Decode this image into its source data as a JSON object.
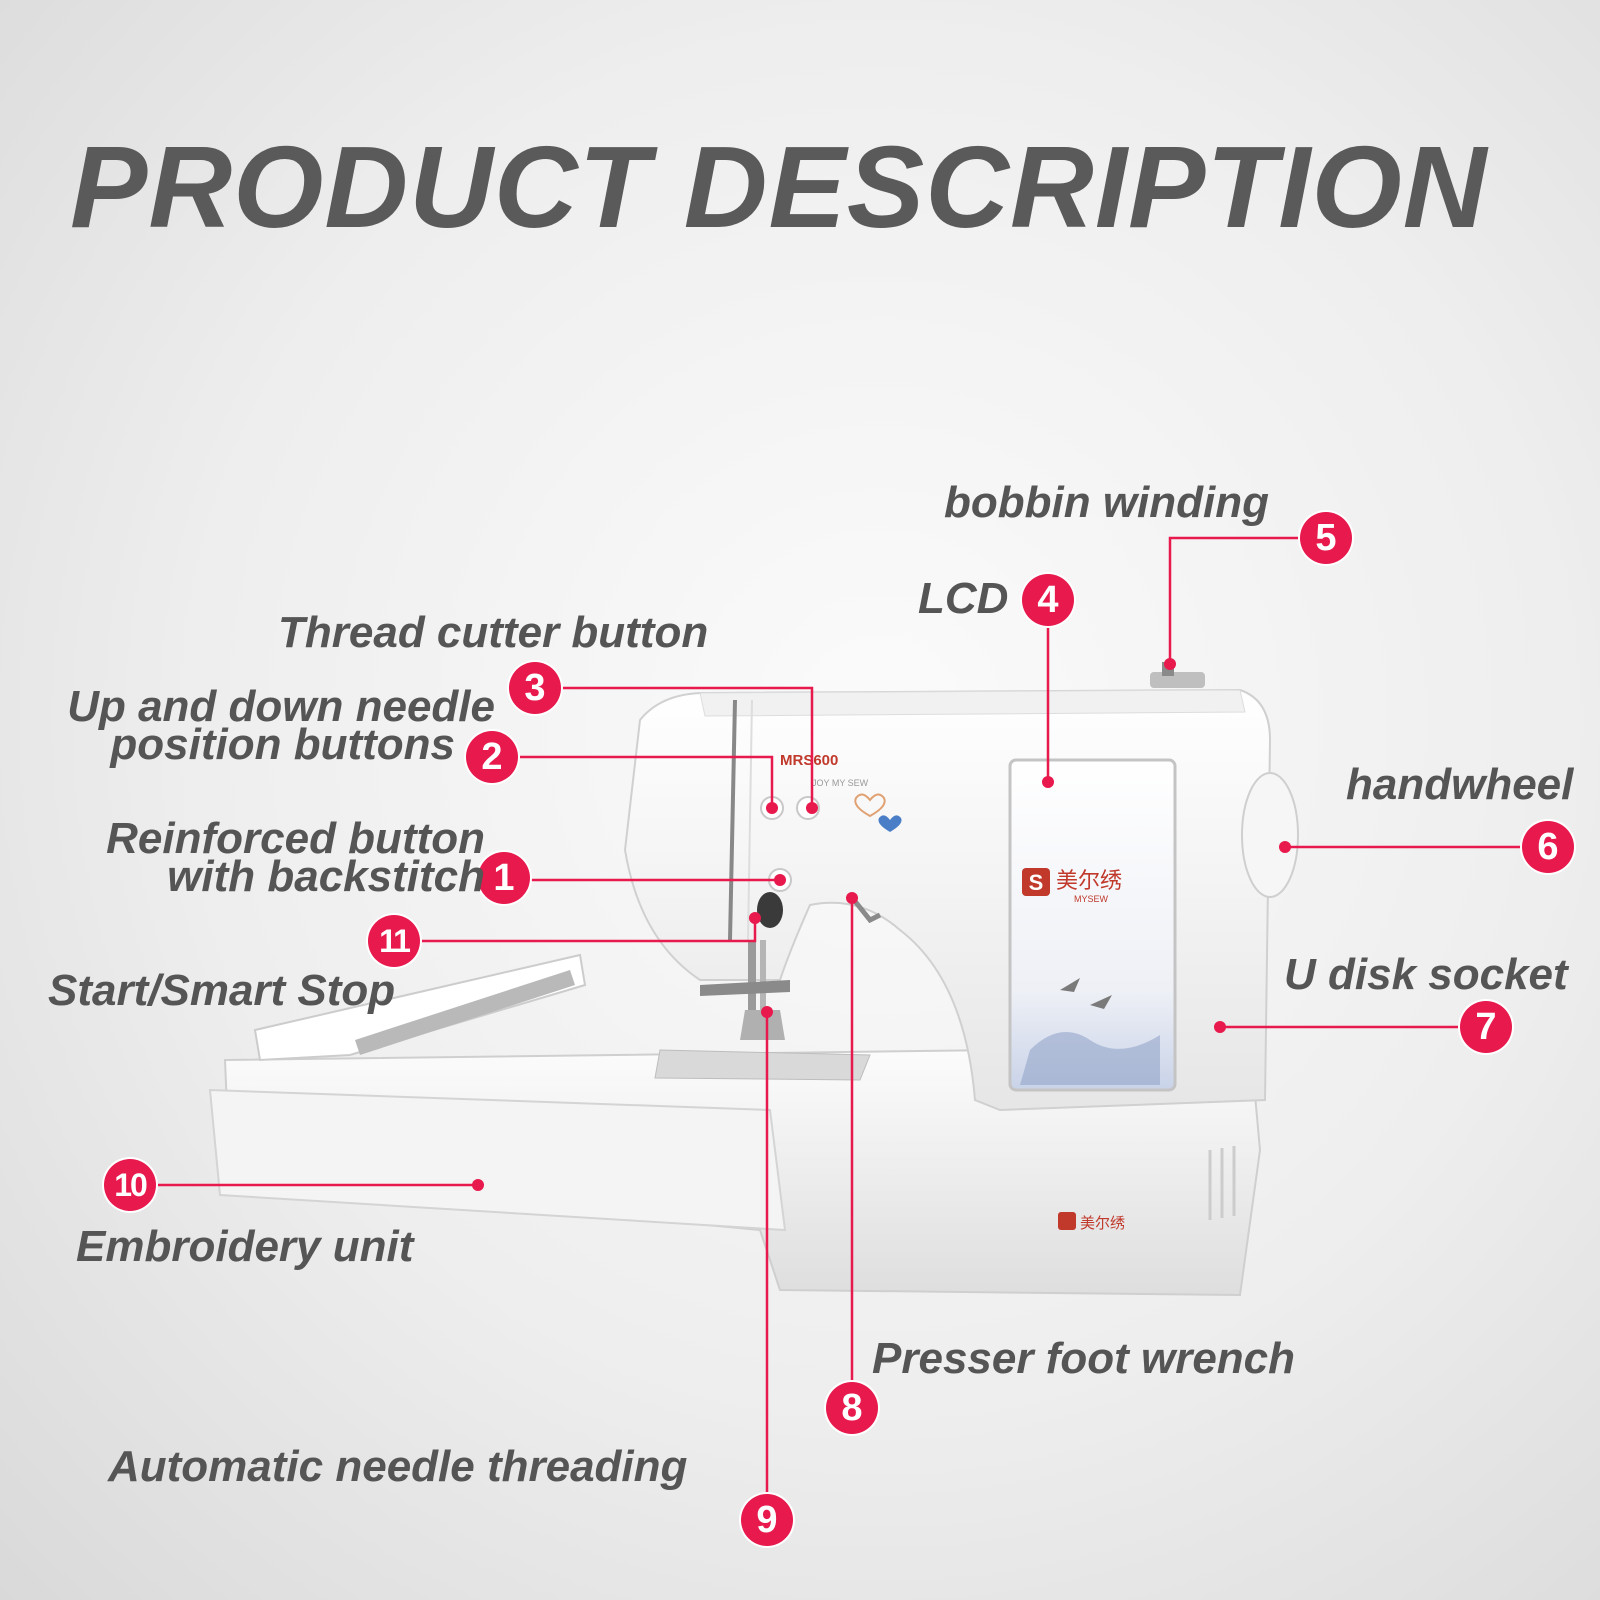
{
  "title": "PRODUCT DESCRIPTION",
  "accent_color": "#e8194d",
  "machine": {
    "model": "MRS600",
    "slogan": "JOY MY SEW",
    "brand_cn": "美尔绣",
    "brand_en": "MYSEW",
    "logo_letter": "S"
  },
  "callouts": [
    {
      "number": "1",
      "label_lines": [
        "Reinforced button",
        "with backstitch"
      ]
    },
    {
      "number": "2",
      "label_lines": [
        "Up and down needle",
        "position buttons"
      ]
    },
    {
      "number": "3",
      "label_lines": [
        "Thread cutter button"
      ]
    },
    {
      "number": "4",
      "label_lines": [
        "LCD"
      ]
    },
    {
      "number": "5",
      "label_lines": [
        "bobbin winding"
      ]
    },
    {
      "number": "6",
      "label_lines": [
        "handwheel"
      ]
    },
    {
      "number": "7",
      "label_lines": [
        "U disk socket"
      ]
    },
    {
      "number": "8",
      "label_lines": [
        "Presser foot wrench"
      ]
    },
    {
      "number": "9",
      "label_lines": [
        "Automatic needle threading"
      ]
    },
    {
      "number": "10",
      "label_lines": [
        "Embroidery unit"
      ]
    },
    {
      "number": "11",
      "label_lines": [
        "Start/Smart Stop"
      ]
    }
  ]
}
